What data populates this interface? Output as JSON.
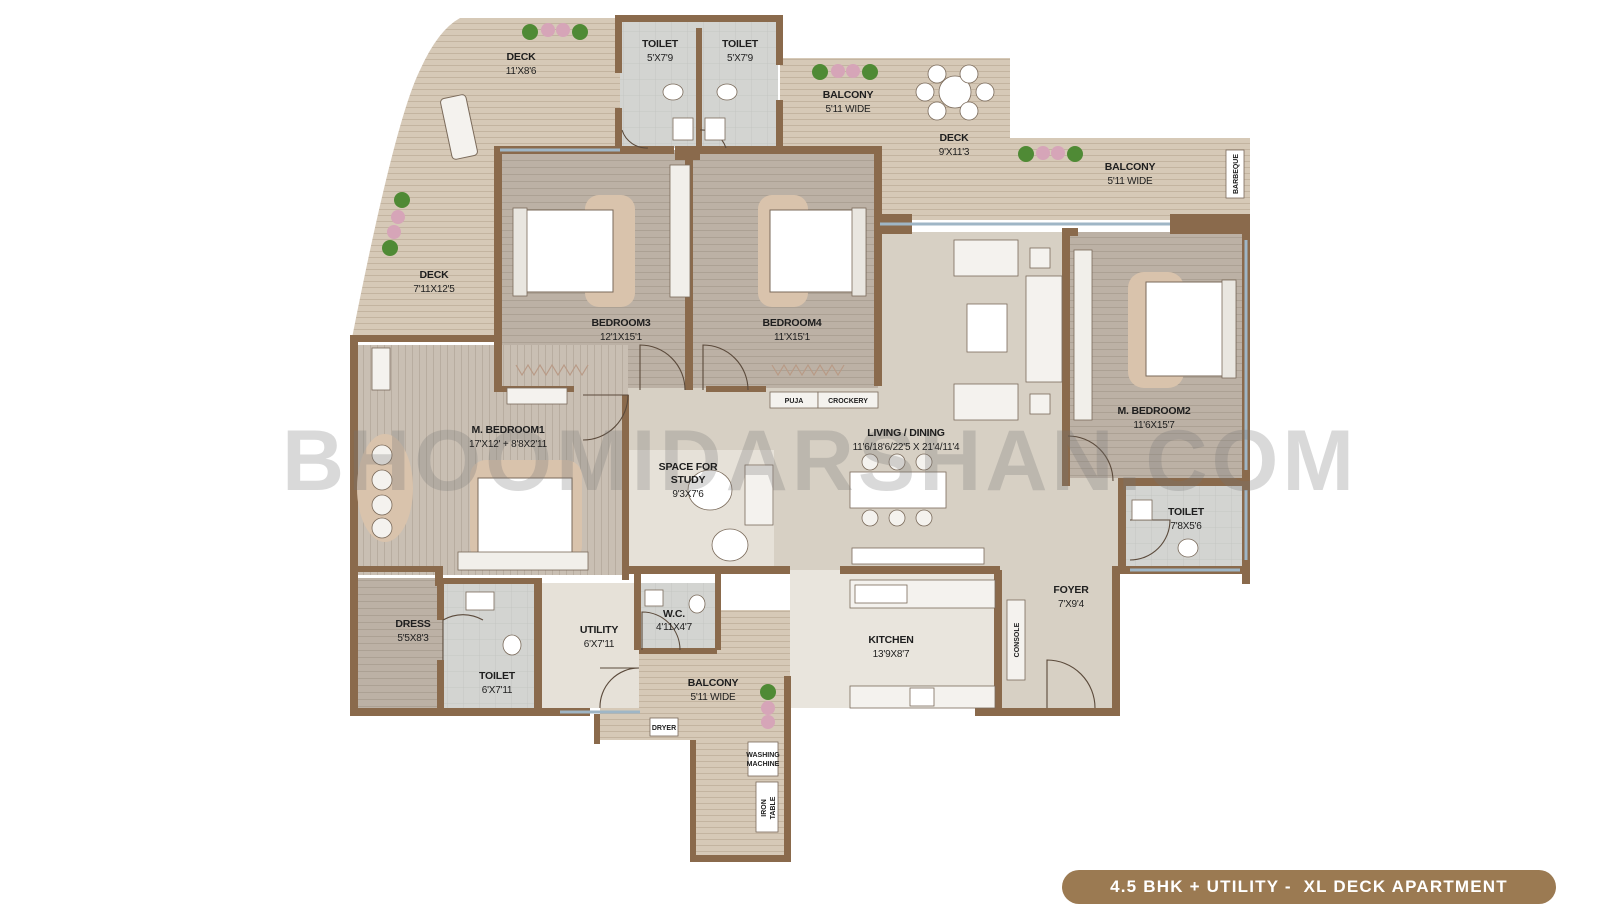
{
  "watermark": "BHOOMIDARSHAN.COM",
  "badge_text": "4.5 BHK + UTILITY -  XL DECK APARTMENT",
  "rooms": {
    "deck_top": {
      "name": "DECK",
      "dims": "11'X8'6"
    },
    "toilet_a": {
      "name": "TOILET",
      "dims": "5'X7'9"
    },
    "toilet_b": {
      "name": "TOILET",
      "dims": "5'X7'9"
    },
    "balcony_top": {
      "name": "BALCONY",
      "dims": "5'11 WIDE"
    },
    "deck_mid": {
      "name": "DECK",
      "dims": "9'X11'3"
    },
    "balcony_right": {
      "name": "BALCONY",
      "dims": "5'11 WIDE"
    },
    "deck_left": {
      "name": "DECK",
      "dims": "7'11X12'5"
    },
    "bedroom3": {
      "name": "BEDROOM3",
      "dims": "12'1X15'1"
    },
    "bedroom4": {
      "name": "BEDROOM4",
      "dims": "11'X15'1"
    },
    "mbedroom1": {
      "name": "M. BEDROOM1",
      "dims": "17'X12' + 8'8X2'11"
    },
    "living": {
      "name": "LIVING / DINING",
      "dims": "11'6/18'6/22'5 X 21'4/11'4"
    },
    "mbedroom2": {
      "name": "M. BEDROOM2",
      "dims": "11'6X15'7"
    },
    "study": {
      "name": "SPACE FOR",
      "name2": "STUDY",
      "dims": "9'3X7'6"
    },
    "toilet_right": {
      "name": "TOILET",
      "dims": "7'8X5'6"
    },
    "foyer": {
      "name": "FOYER",
      "dims": "7'X9'4"
    },
    "wc": {
      "name": "W.C.",
      "dims": "4'11X4'7"
    },
    "dress": {
      "name": "DRESS",
      "dims": "5'5X8'3"
    },
    "utility": {
      "name": "UTILITY",
      "dims": "6'X7'11"
    },
    "kitchen": {
      "name": "KITCHEN",
      "dims": "13'9X8'7"
    },
    "toilet_bl": {
      "name": "TOILET",
      "dims": "6'X7'11"
    },
    "balcony_bottom": {
      "name": "BALCONY",
      "dims": "5'11 WIDE"
    }
  },
  "fixtures": {
    "puja": "PUJA",
    "crockery": "CROCKERY",
    "barbeque": "BARBEQUE",
    "console": "CONSOLE",
    "dryer": "DRYER",
    "washing_machine_1": "WASHING",
    "washing_machine_2": "MACHINE",
    "iron_table_1": "IRON",
    "iron_table_2": "TABLE"
  },
  "colors": {
    "wall": "#8a6a4c",
    "deck_wood": "#d8cbb9",
    "room_floor": "#cfc5b7",
    "bedroom_floor": "#b8aea2",
    "tile": "#d2d3d0",
    "badge_bg": "#9b7a52"
  }
}
